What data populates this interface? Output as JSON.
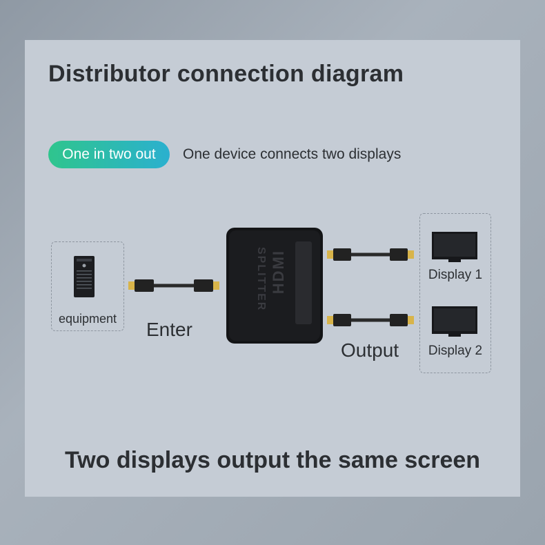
{
  "title": "Distributor connection diagram",
  "badge": "One in two out",
  "badge_description": "One device connects two displays",
  "source": {
    "label": "equipment"
  },
  "input_label": "Enter",
  "output_label": "Output",
  "device_text": {
    "brand": "HDMI",
    "name": "SPLITTER"
  },
  "displays": [
    {
      "label": "Display 1"
    },
    {
      "label": "Display 2"
    }
  ],
  "footer": "Two displays output the same screen",
  "colors": {
    "badge_start": "#2fc58d",
    "badge_end": "#2bb0cf",
    "panel": "#c5ccd5",
    "text": "#2c2f33"
  }
}
